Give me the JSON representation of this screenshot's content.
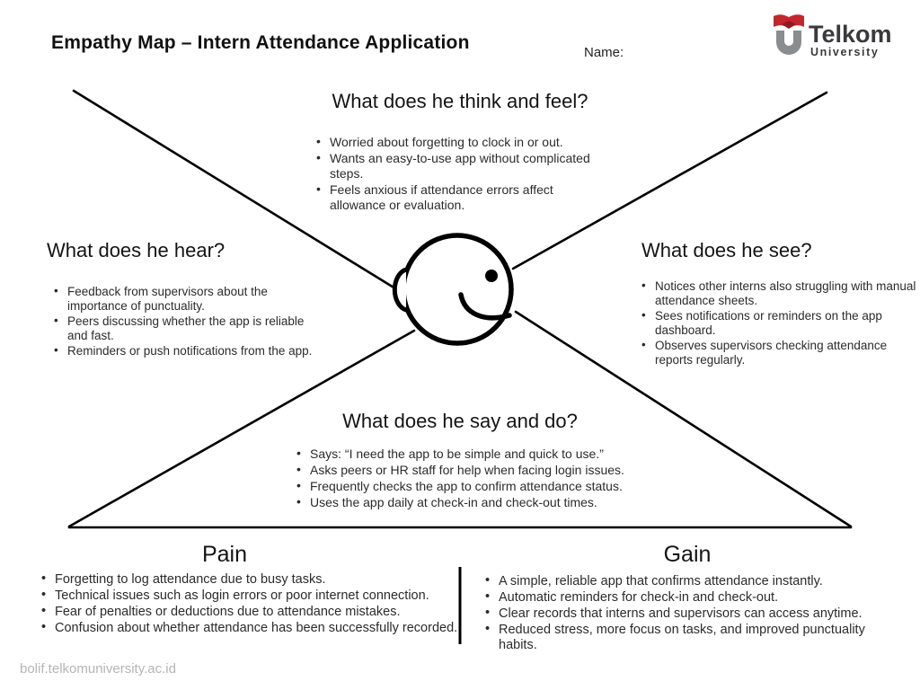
{
  "header": {
    "title": "Empathy Map – Intern Attendance Application",
    "name_label": "Name:",
    "logo": {
      "brand": "Telkom",
      "sub": "University",
      "red": "#c1272d",
      "dark_red": "#8e1b22",
      "gray": "#8a8c8e",
      "text_color": "#3a3a3c"
    }
  },
  "quadrants": {
    "think_feel": {
      "heading": "What does he think and feel?",
      "items": [
        "Worried about forgetting to clock in or out.",
        "Wants an easy-to-use app without complicated steps.",
        "Feels anxious if attendance errors affect allowance or evaluation."
      ]
    },
    "hear": {
      "heading": "What does he hear?",
      "items": [
        "Feedback from supervisors about the importance of punctuality.",
        "Peers discussing whether the app is reliable and fast.",
        "Reminders or push notifications from the app."
      ]
    },
    "see": {
      "heading": "What does he see?",
      "items": [
        "Notices other interns also struggling with manual attendance sheets.",
        "Sees notifications or reminders on the app dashboard.",
        "Observes supervisors checking attendance reports regularly."
      ]
    },
    "say_do": {
      "heading": "What does he say and do?",
      "items": [
        "Says: “I need the app to be simple and quick to use.”",
        "Asks peers or HR staff for help when facing login issues.",
        "Frequently checks the app to confirm attendance status.",
        "Uses the app daily at check-in and check-out times."
      ]
    }
  },
  "bottom": {
    "pain": {
      "heading": "Pain",
      "items": [
        "Forgetting to log attendance due to busy tasks.",
        "Technical issues such as login errors or poor internet connection.",
        "Fear of penalties or deductions due to attendance mistakes.",
        "Confusion about whether attendance has been successfully recorded."
      ]
    },
    "gain": {
      "heading": "Gain",
      "items": [
        "A simple, reliable app that confirms attendance instantly.",
        "Automatic reminders for check-in and check-out.",
        "Clear records that interns and supervisors can access anytime.",
        "Reduced stress, more focus on tasks, and improved punctuality habits."
      ]
    }
  },
  "footer": {
    "url": "bolif.telkomuniversity.ac.id"
  },
  "icons": {
    "center": "face-profile-icon"
  },
  "colors": {
    "line": "#000000",
    "text": "#2b2b2b",
    "footer": "#b5b5b5"
  }
}
